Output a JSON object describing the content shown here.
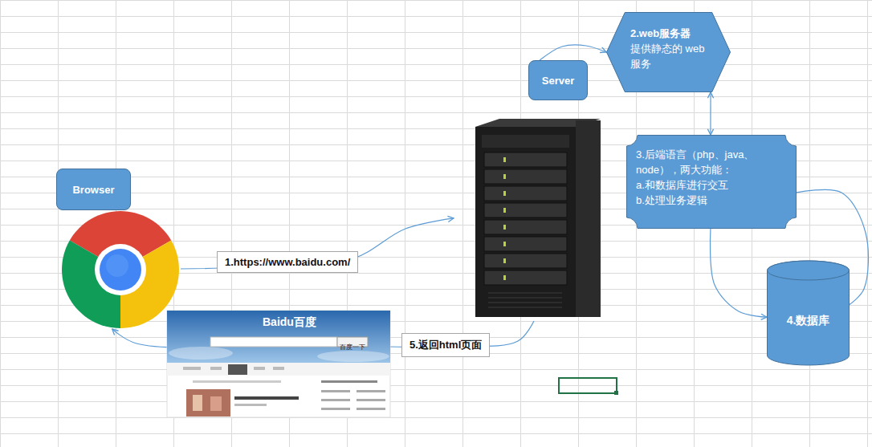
{
  "diagram": {
    "nodes": [
      {
        "text": [
          "Browser"
        ]
      },
      {
        "text": [
          "Server"
        ]
      },
      {
        "text": [
          "2.web服务器",
          "提供静态的 web服务"
        ]
      },
      {
        "text": [
          "3.后端语言（php、java、 node），两大功能：",
          "a.和数据库进行交互",
          "b.处理业务逻辑"
        ]
      },
      {
        "text": [
          "4.数据库"
        ]
      }
    ],
    "edges": [
      {
        "from": 0,
        "to": 1,
        "label": "1.https://www.baidu.com/",
        "arrow": "to"
      },
      {
        "from": 1,
        "to": 2,
        "arrow": "to"
      },
      {
        "from": 2,
        "to": 3,
        "arrow": "both"
      },
      {
        "from": 3,
        "to": 4,
        "arrow": "to"
      },
      {
        "from": 3,
        "to": 4,
        "arrow": "none"
      },
      {
        "from": 1,
        "to": 0,
        "label": "5.返回html页面",
        "arrow": "to"
      }
    ],
    "labels": [
      "Baidu百度",
      "百度一下"
    ]
  }
}
